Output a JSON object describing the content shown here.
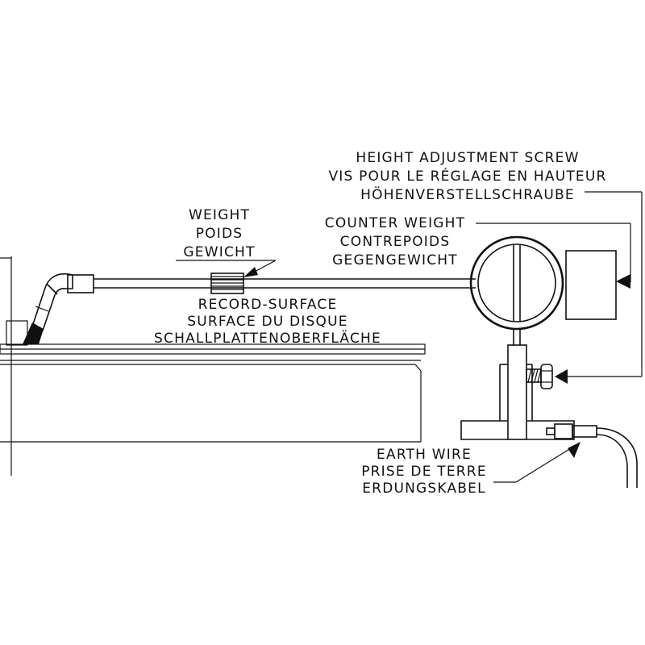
{
  "labels": {
    "height_screw": [
      "HEIGHT ADJUSTMENT SCREW",
      "VIS POUR LE RÉGLAGE EN HAUTEUR",
      "HÖHENVERSTELLSCHRAUBE"
    ],
    "weight": [
      "WEIGHT",
      "POIDS",
      "GEWICHT"
    ],
    "counter_weight": [
      "COUNTER WEIGHT",
      "CONTREPOIDS",
      "GEGENGEWICHT"
    ],
    "record_surface": [
      "RECORD-SURFACE",
      "SURFACE DU DISQUE",
      "SCHALLPLATTENOBERFLÄCHE"
    ],
    "earth_wire": [
      "EARTH WIRE",
      "PRISE DE TERRE",
      "ERDUNGSKABEL"
    ]
  },
  "colors": {
    "ink": "#111111",
    "paper": "#ffffff"
  }
}
